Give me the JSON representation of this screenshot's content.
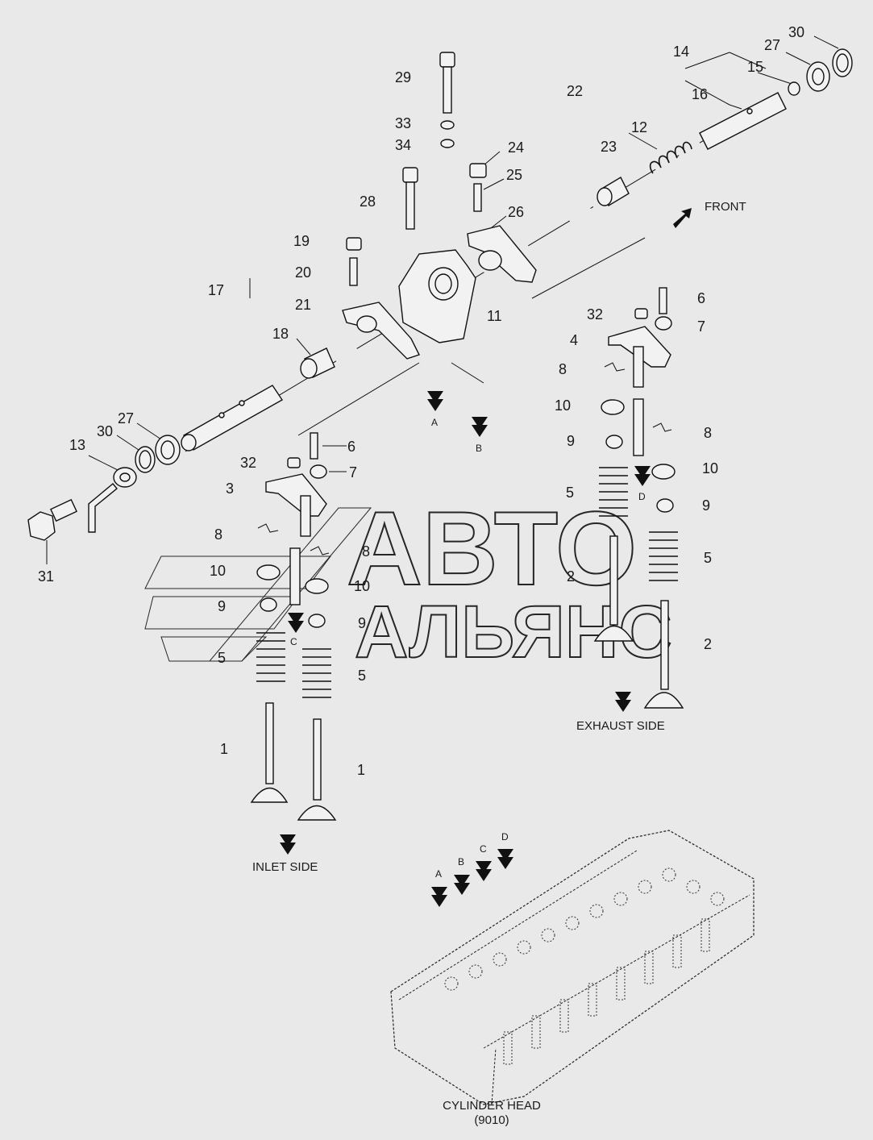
{
  "watermark": {
    "line1": "АВТО",
    "line2": "АЛЬЯНС"
  },
  "labels": {
    "front": "FRONT",
    "exhaust_side": "EXHAUST SIDE",
    "inlet_side": "INLET SIDE",
    "cylinder_head": "CYLINDER HEAD",
    "cylinder_head_ref": "(9010)"
  },
  "view_markers": [
    "A",
    "B",
    "C",
    "D"
  ],
  "callouts": {
    "c1a": "1",
    "c1b": "1",
    "c2a": "2",
    "c2b": "2",
    "c3": "3",
    "c4": "4",
    "c5a": "5",
    "c5b": "5",
    "c5c": "5",
    "c5d": "5",
    "c6a": "6",
    "c6b": "6",
    "c7a": "7",
    "c7b": "7",
    "c8a": "8",
    "c8b": "8",
    "c8c": "8",
    "c8d": "8",
    "c9a": "9",
    "c9b": "9",
    "c9c": "9",
    "c9d": "9",
    "c10a": "10",
    "c10b": "10",
    "c10c": "10",
    "c10d": "10",
    "c11": "11",
    "c12": "12",
    "c13": "13",
    "c14": "14",
    "c15": "15",
    "c16": "16",
    "c17": "17",
    "c18": "18",
    "c19": "19",
    "c20": "20",
    "c21": "21",
    "c22": "22",
    "c23": "23",
    "c24": "24",
    "c25": "25",
    "c26": "26",
    "c27a": "27",
    "c27b": "27",
    "c28": "28",
    "c29": "29",
    "c30a": "30",
    "c30b": "30",
    "c31": "31",
    "c32a": "32",
    "c32b": "32",
    "c33": "33",
    "c34": "34"
  }
}
